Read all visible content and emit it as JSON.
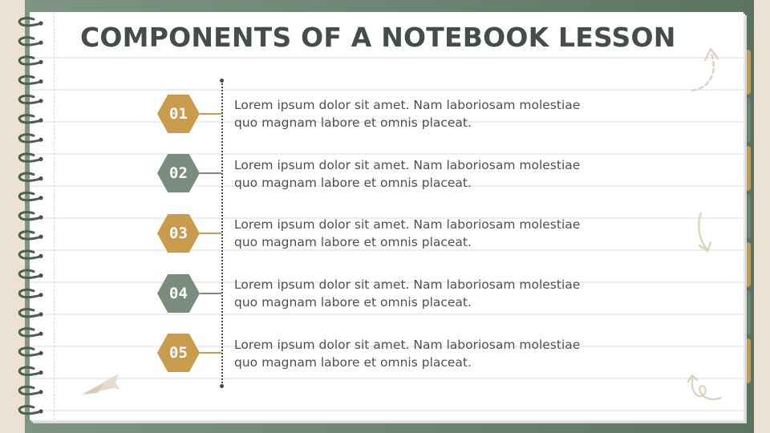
{
  "slide": {
    "title": "COMPONENTS OF A NOTEBOOK LESSON"
  },
  "items": [
    {
      "number": "01",
      "text": "Lorem ipsum dolor sit amet. Nam laboriosam molestiae quo magnam labore et omnis placeat.",
      "color": "#c99b4c"
    },
    {
      "number": "02",
      "text": "Lorem ipsum dolor sit amet. Nam laboriosam molestiae quo magnam labore et omnis placeat.",
      "color": "#7a8c7e"
    },
    {
      "number": "03",
      "text": "Lorem ipsum dolor sit amet. Nam laboriosam molestiae quo magnam labore et omnis placeat.",
      "color": "#c99b4c"
    },
    {
      "number": "04",
      "text": "Lorem ipsum dolor sit amet. Nam laboriosam molestiae quo magnam labore et omnis placeat.",
      "color": "#7a8c7e"
    },
    {
      "number": "05",
      "text": "Lorem ipsum dolor sit amet. Nam laboriosam molestiae quo magnam labore et omnis placeat.",
      "color": "#c99b4c"
    }
  ],
  "colors": {
    "gold": "#c99b4c",
    "sage": "#7a8c7e",
    "board_green": "#6d8574",
    "background_beige": "#ebe1d4",
    "title_text": "#454d4a"
  },
  "icons": [
    "spiral-binding-icon",
    "dashed-curved-arrow-icon",
    "curved-arrow-down-icon",
    "loop-arrow-icon",
    "paper-plane-icon"
  ]
}
